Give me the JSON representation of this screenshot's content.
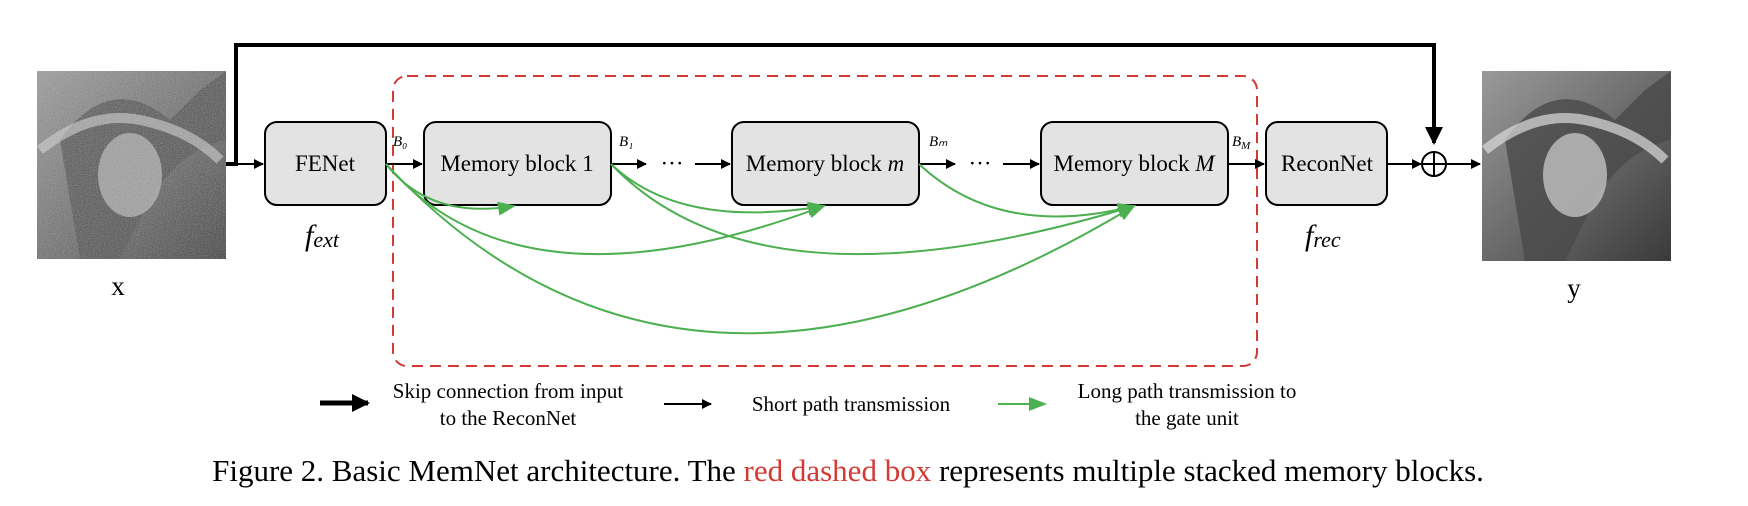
{
  "blocks": {
    "fenet": "FENet",
    "mem1": "Memory block 1",
    "memm_prefix": "Memory block ",
    "memm_var": "m",
    "memM_prefix": "Memory block ",
    "memM_var": "M",
    "reconnet": "ReconNet"
  },
  "edges": {
    "b0": "B₀",
    "b1": "B₁",
    "bm": "Bₘ",
    "bM": "B",
    "bM_sub": "M",
    "dots": "···"
  },
  "functions": {
    "f_ext": "f",
    "f_ext_sub": "ext",
    "f_rec": "f",
    "f_rec_sub": "rec"
  },
  "io": {
    "input": "x",
    "output": "y"
  },
  "legend": {
    "skip_line1": "Skip connection from input",
    "skip_line2": "to the ReconNet",
    "short": "Short path transmission",
    "long_line1": "Long path transmission to",
    "long_line2": "the gate unit"
  },
  "caption": {
    "before": "Figure 2. Basic MemNet architecture. The ",
    "highlight": "red dashed box",
    "after": " represents multiple stacked memory blocks."
  },
  "colors": {
    "long_path": "#4caf50",
    "dashed_box": "#d23a34",
    "block_fill": "#e3e3e3"
  }
}
